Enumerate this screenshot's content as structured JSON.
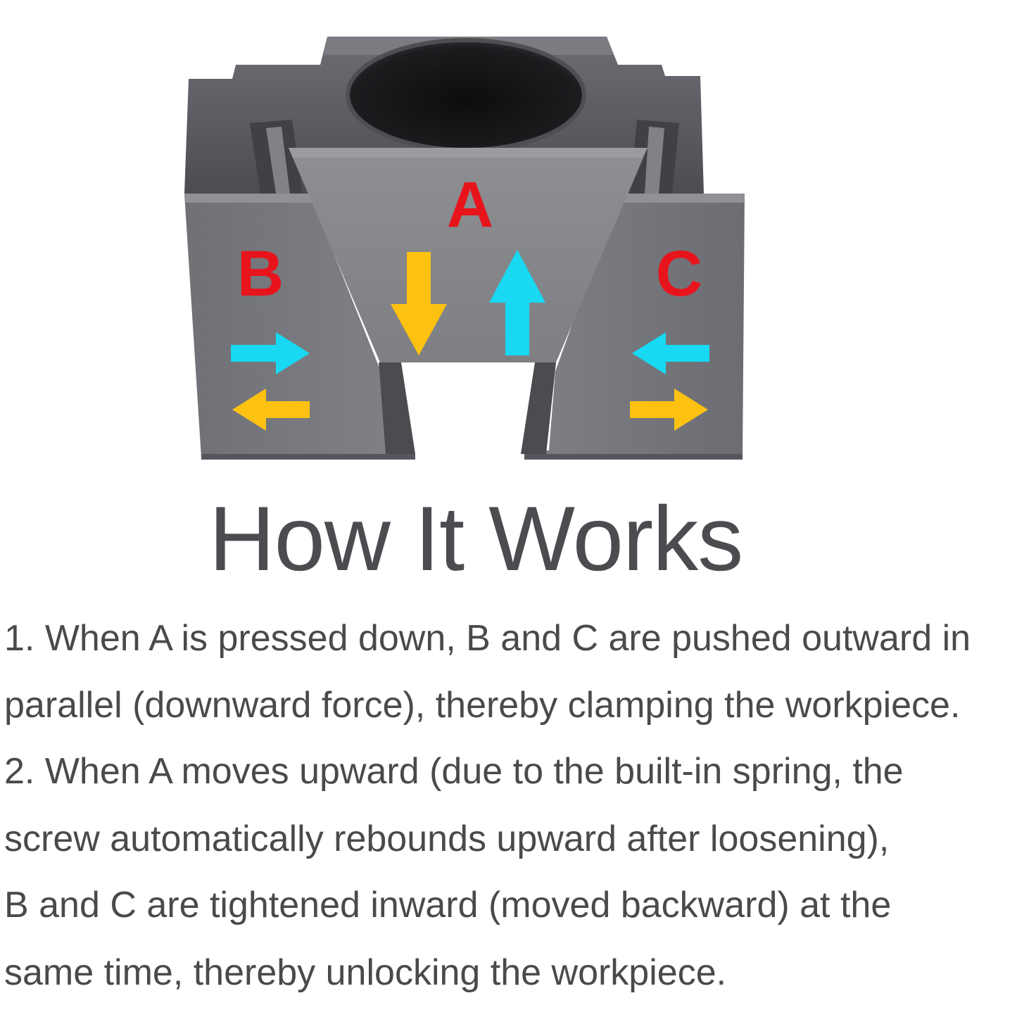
{
  "diagram": {
    "labels": {
      "a": "A",
      "b": "B",
      "c": "C"
    },
    "colors": {
      "label": "#e8141c",
      "arrow_push": "#fdc112",
      "arrow_pull": "#18d8f2",
      "body_dark": "#5a5c62",
      "body_mid": "#7b7d82",
      "body_light": "#8b8d91",
      "hole": "#1b1b1d"
    }
  },
  "title": "How It Works",
  "steps": [
    "1. When A is pressed down, B and C are pushed outward in",
    " parallel (downward force), thereby clamping the workpiece.",
    "2. When A moves upward (due to the built-in spring, the",
    "screw automatically rebounds upward after loosening),",
    "B and C are tightened inward (moved backward) at the",
    "same time, thereby unlocking the workpiece."
  ]
}
